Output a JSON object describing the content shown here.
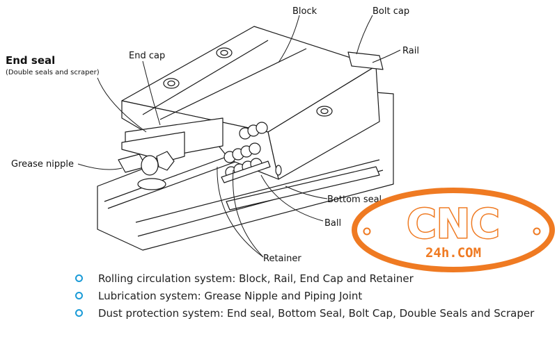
{
  "labels": {
    "block": "Block",
    "bolt_cap": "Bolt cap",
    "rail": "Rail",
    "end_seal": "End seal",
    "end_seal_sub": "(Double seals and scraper)",
    "end_cap": "End cap",
    "grease_nipple": "Grease nipple",
    "bottom_seal": "Bottom seal",
    "ball": "Ball",
    "retainer": "Retainer"
  },
  "logo": {
    "main": "CNC",
    "sub": "24h.COM",
    "color": "#ef7a22"
  },
  "bullets": [
    {
      "text": "Rolling circulation system: Block, Rail, End Cap and Retainer",
      "icon": "circle-bullet-icon"
    },
    {
      "text": "Lubrication system: Grease Nipple and Piping Joint",
      "icon": "circle-bullet-icon"
    },
    {
      "text": "Dust protection system: End seal, Bottom Seal, Bolt Cap, Double Seals and Scraper",
      "icon": "circle-bullet-icon"
    }
  ],
  "colors": {
    "bullet_icon": "#1a9bd7",
    "line_art": "#1a1a1a"
  }
}
